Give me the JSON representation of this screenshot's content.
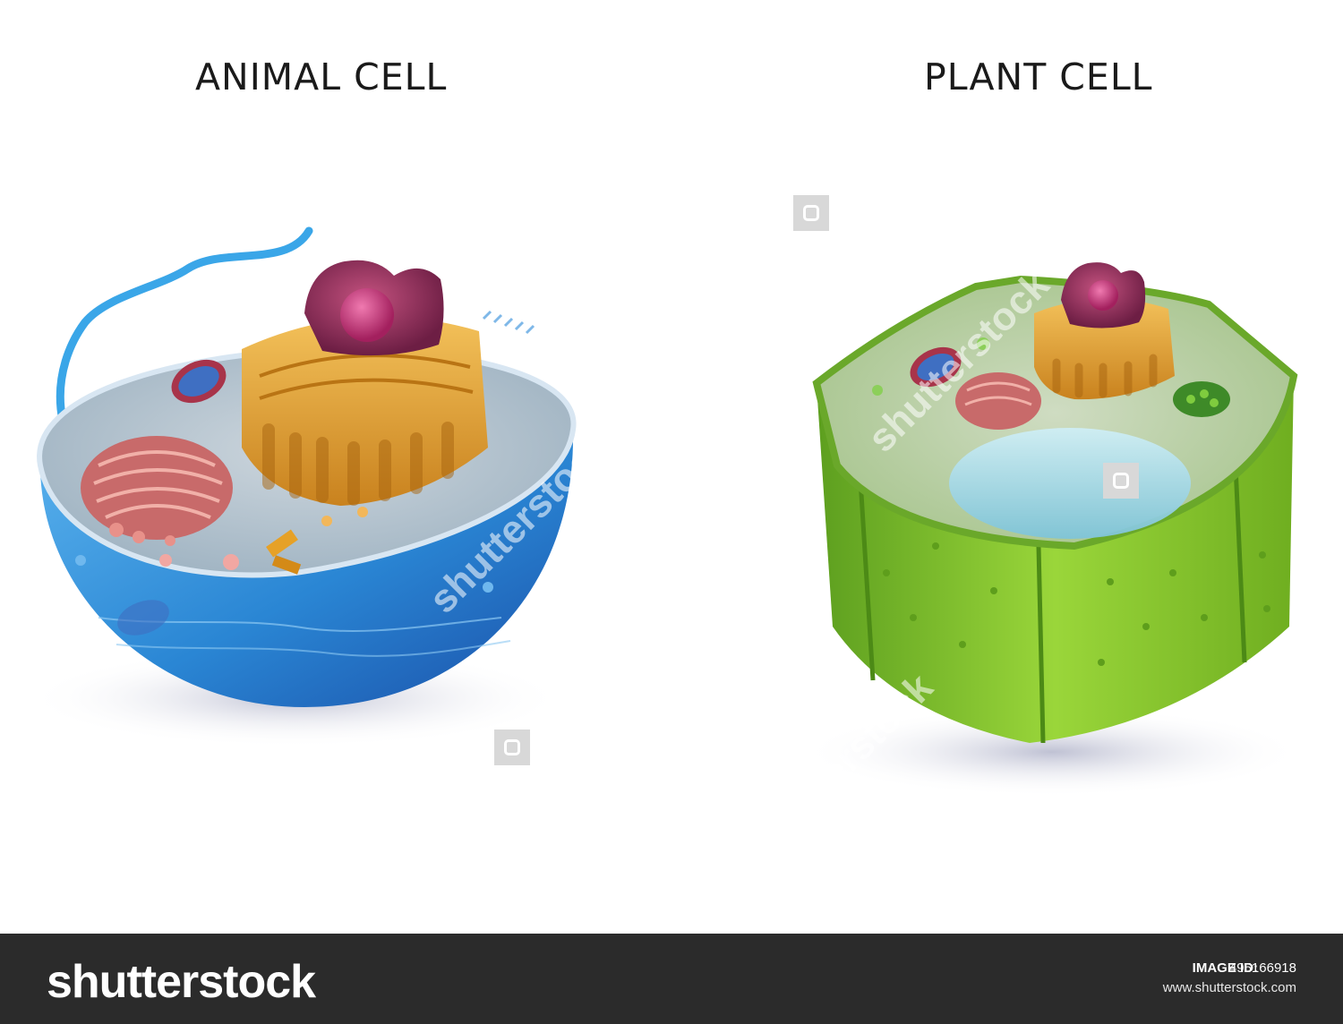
{
  "titles": {
    "animal": "ANIMAL CELL",
    "plant": "PLANT CELL"
  },
  "watermark": {
    "text": "shutterstock"
  },
  "footer": {
    "brand": "shutterstock",
    "image_id_label": "IMAGE ID:",
    "image_id": "495166918",
    "site": "www.shutterstock.com"
  },
  "colors": {
    "animal_membrane": "#2f8fd8",
    "animal_cytoplasm": "#b9c8d2",
    "golgi_orange": "#e8a52e",
    "nucleus_purple": "#8a2b55",
    "er_pink": "#c86a6a",
    "plant_wall": "#7fc02a",
    "plant_cytoplasm": "#b7cfa9",
    "vacuole": "#9fd6e6",
    "footer_bg": "#2b2b2b"
  }
}
